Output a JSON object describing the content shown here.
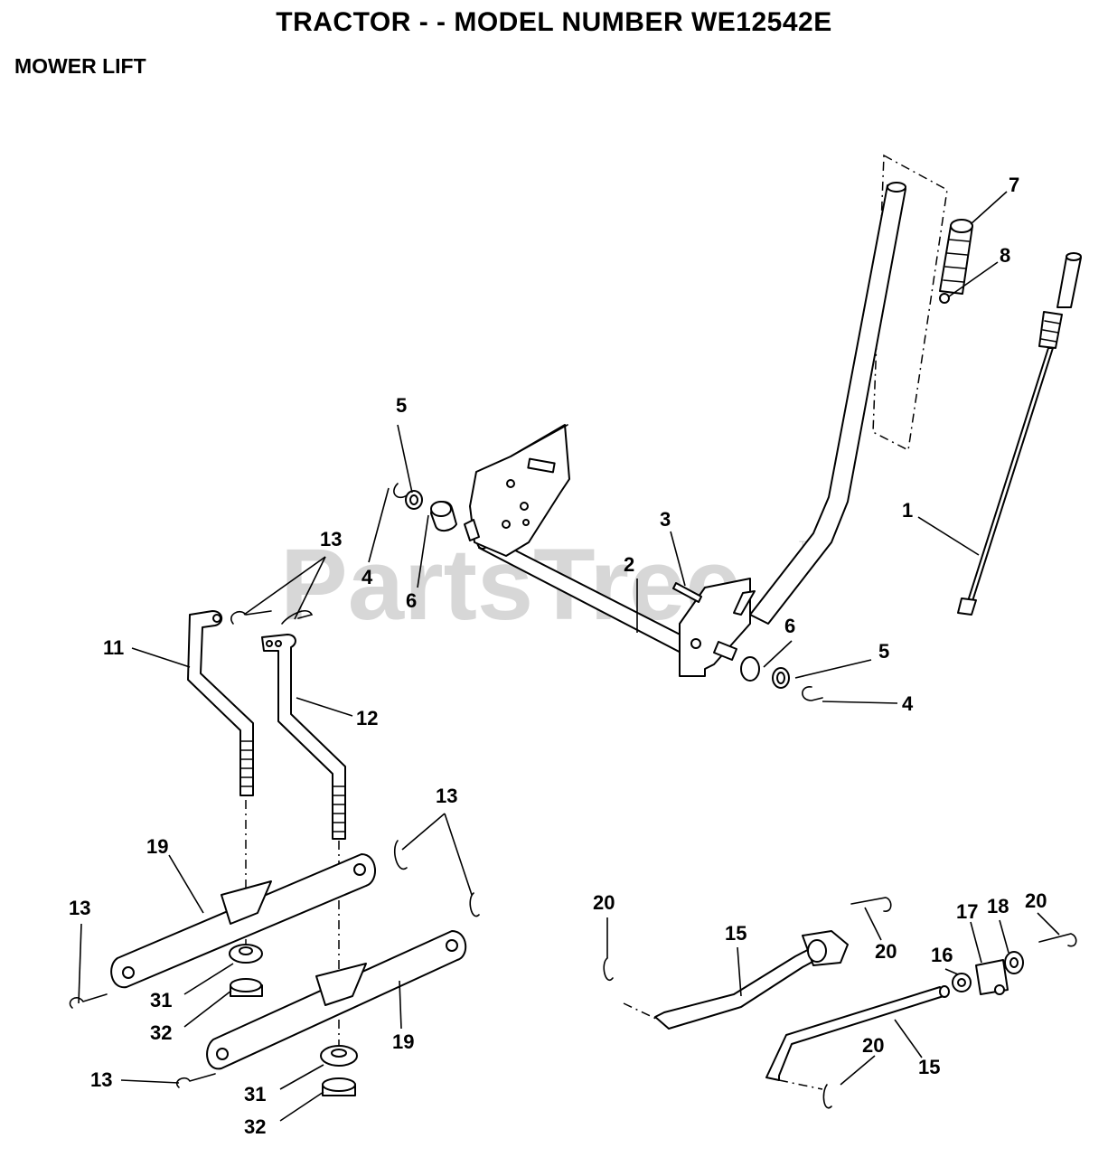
{
  "header": {
    "title": "TRACTOR - - MODEL NUMBER WE12542E",
    "section": "MOWER LIFT"
  },
  "watermark": {
    "text": "PartsTree",
    "mark": "TM"
  },
  "callouts": {
    "c1": "1",
    "c2": "2",
    "c3": "3",
    "c4a": "4",
    "c4b": "4",
    "c5a": "5",
    "c5b": "5",
    "c6a": "6",
    "c6b": "6",
    "c7": "7",
    "c8": "8",
    "c11": "11",
    "c12": "12",
    "c13a": "13",
    "c13b": "13",
    "c13c": "13",
    "c13d": "13",
    "c15a": "15",
    "c15b": "15",
    "c16": "16",
    "c17": "17",
    "c18": "18",
    "c19a": "19",
    "c19b": "19",
    "c20a": "20",
    "c20b": "20",
    "c20c": "20",
    "c20d": "20",
    "c31a": "31",
    "c31b": "31",
    "c32a": "32",
    "c32b": "32"
  }
}
